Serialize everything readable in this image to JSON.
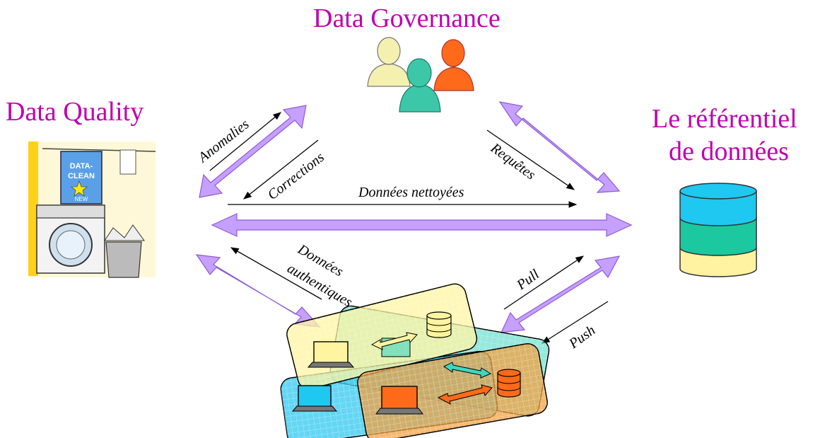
{
  "titles": {
    "governance": "Data Governance",
    "quality": "Data Quality",
    "referentiel_line1": "Le référentiel",
    "referentiel_line2": "de données"
  },
  "labels": {
    "anomalies": "Anomalies",
    "corrections": "Corrections",
    "requetes": "Requêtes",
    "donnees_nettoyees": "Données nettoyées",
    "donnees": "Données",
    "authentiques": "authentiques",
    "pull": "Pull",
    "push": "Push"
  },
  "illustration": {
    "box_text_1": "DATA-",
    "box_text_2": "CLEAN",
    "box_badge": "NEW"
  },
  "colors": {
    "title": "#c000b0",
    "arrow_fill": "#c5a0ff",
    "arrow_stroke": "#8e5ad6",
    "db_top": "#1ec8f0",
    "db_mid": "#1cc8a0",
    "db_bottom": "#fff2a0",
    "person_yellow": "#f4f0b0",
    "person_green": "#3cc8a8",
    "person_orange": "#ff6a1a"
  }
}
